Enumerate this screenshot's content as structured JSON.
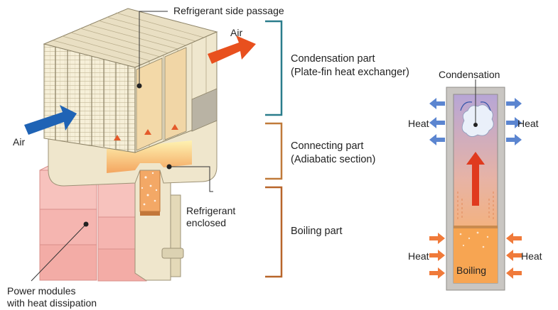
{
  "labels": {
    "refrigerant_side_passage": "Refrigerant side passage",
    "air_in": "Air",
    "air_out": "Air",
    "refrigerant_enclosed_1": "Refrigerant",
    "refrigerant_enclosed_2": "enclosed",
    "power_modules_1": "Power modules",
    "power_modules_2": "with heat dissipation"
  },
  "sections": {
    "condensation_1": "Condensation part",
    "condensation_2": "(Plate-fin heat exchanger)",
    "connecting_1": "Connecting part",
    "connecting_2": "(Adiabatic section)",
    "boiling": "Boiling part"
  },
  "tube": {
    "condensation": "Condensation",
    "boiling": "Boiling",
    "heat_top_left": "Heat",
    "heat_top_right": "Heat",
    "heat_bottom_left": "Heat",
    "heat_bottom_right": "Heat"
  },
  "colors": {
    "bracket_condensation": "#2a7d8c",
    "bracket_connecting": "#c07a3a",
    "bracket_boiling": "#b8652a",
    "air_in_arrow": "#1f63b5",
    "air_out_arrow": "#e8501e",
    "heat_in_arrow": "#f07a3a",
    "heat_out_arrow": "#5b85d0",
    "vapor_arrow": "#e03a1e"
  }
}
